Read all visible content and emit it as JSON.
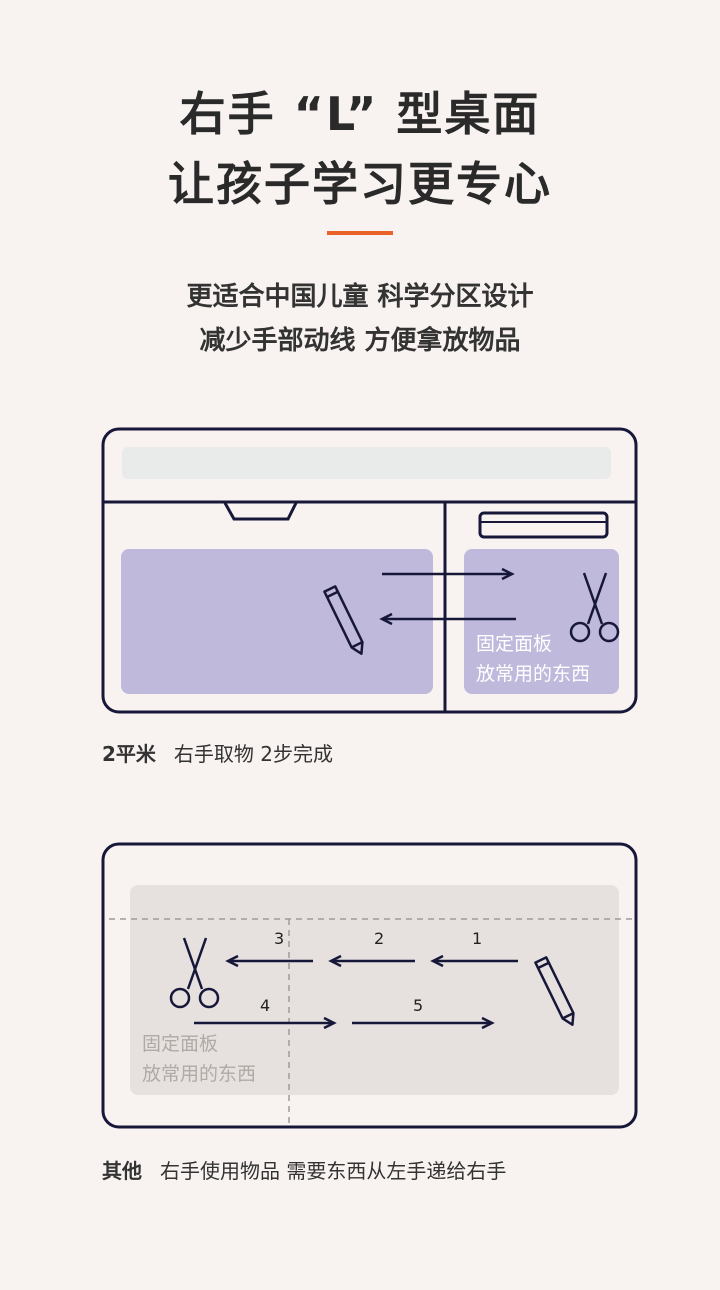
{
  "heading": {
    "line1": "右手 “L” 型桌面",
    "line2": "让孩子学习更专心"
  },
  "subheading": {
    "line1": "更适合中国儿童 科学分区设计",
    "line2": "减少手部动线 方便拿放物品"
  },
  "colors": {
    "accent": "#e8622a",
    "outline": "#17173a",
    "zone_purple": "#bfb9dc",
    "zone_grey": "#e6e1de",
    "top_strip": "#e9eaea"
  },
  "diagram1": {
    "panel_label_line1": "固定面板",
    "panel_label_line2": "放常用的东西",
    "icons": [
      "pencil-icon",
      "scissors-icon",
      "arrow-right-icon",
      "arrow-left-icon"
    ]
  },
  "caption1": {
    "bold": "2平米",
    "text": "右手取物 2步完成"
  },
  "diagram2": {
    "panel_label_line1": "固定面板",
    "panel_label_line2": "放常用的东西",
    "step_numbers": [
      "1",
      "2",
      "3",
      "4",
      "5"
    ]
  },
  "caption2": {
    "bold": "其他",
    "text": "右手使用物品 需要东西从左手递给右手"
  }
}
